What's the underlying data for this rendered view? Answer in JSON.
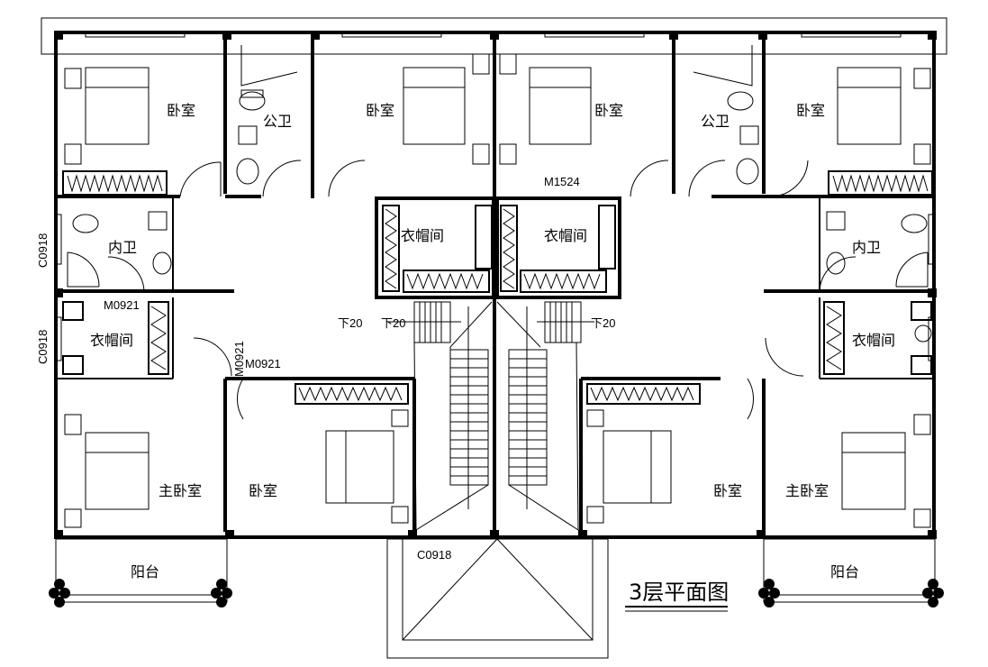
{
  "drawing": {
    "title": "3层平面图"
  },
  "rooms": {
    "bedroom": "卧室",
    "master_bedroom": "主卧室",
    "public_bath": "公卫",
    "ensuite_bath": "内卫",
    "wardrobe": "衣帽间",
    "balcony": "阳台"
  },
  "codes": {
    "window_c0918": "C0918",
    "door_m0921": "M0921",
    "door_m1524": "M1524",
    "level_down": "下20"
  }
}
